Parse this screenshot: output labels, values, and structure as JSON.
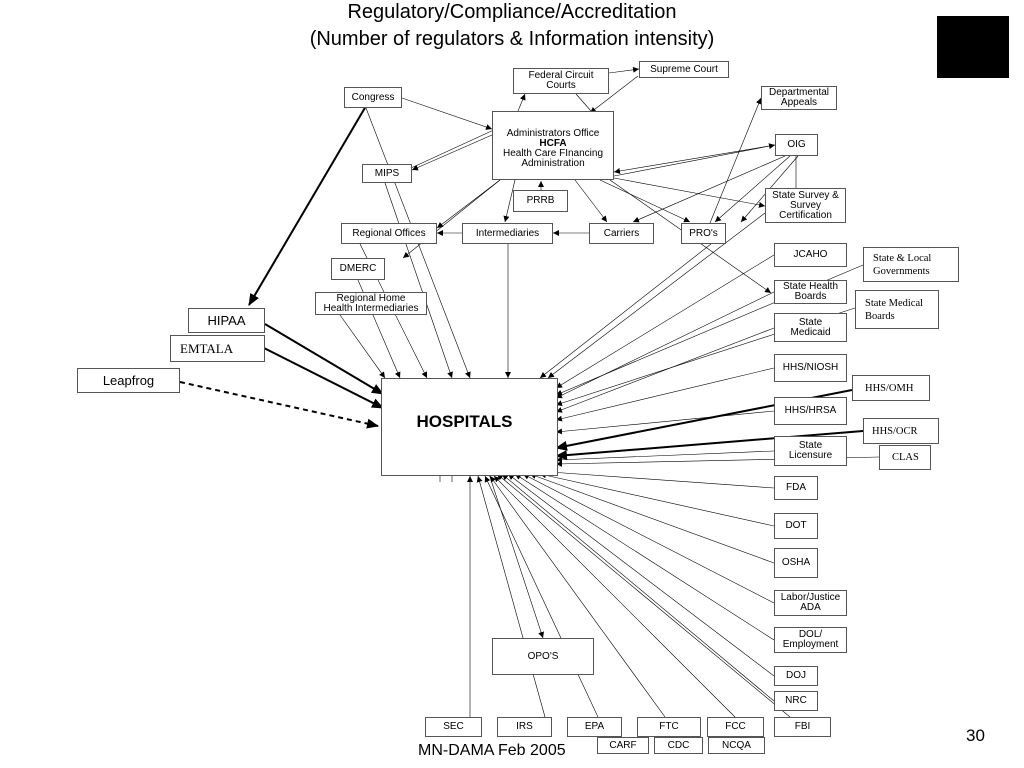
{
  "title": {
    "line1": "Regulatory/Compliance/Accreditation",
    "line2": "(Number of regulators & Information intensity)"
  },
  "footer": {
    "text": "MN-DAMA  Feb 2005",
    "page_number": "30"
  },
  "colors": {
    "corner_square": "#000000",
    "box_border": "#555555",
    "arrow": "#000000"
  },
  "nodes": {
    "hospitals": "HOSPITALS",
    "hipaa": "HIPAA",
    "emtala": "EMTALA",
    "leapfrog": "Leapfrog",
    "congress": "Congress",
    "federal_circuit_courts": [
      "Federal Circuit",
      "Courts"
    ],
    "supreme_court": "Supreme Court",
    "departmental_appeals": [
      "Departmental",
      "Appeals"
    ],
    "hcfa": [
      "Administrators Office",
      "HCFA",
      "Health Care FInancing",
      "Administration"
    ],
    "oig": "OIG",
    "mips": "MIPS",
    "prrb": "PRRB",
    "state_survey": [
      "State Survey &",
      "Survey",
      "Certification"
    ],
    "regional_offices": "Regional Offices",
    "intermediaries": "Intermediaries",
    "carriers": "Carriers",
    "pros": "PRO's",
    "dmerc": "DMERC",
    "regional_home": [
      "Regional Home",
      "Health Intermediaries"
    ],
    "jcaho": "JCAHO",
    "state_local_gov": [
      "State & Local",
      "Governments"
    ],
    "state_health_boards": [
      "State Health",
      "Boards"
    ],
    "state_medical_boards": [
      "State Medical",
      "Boards"
    ],
    "state_medicaid": [
      "State",
      "Medicaid"
    ],
    "hhs_niosh": "HHS/NIOSH",
    "hhs_omh": "HHS/OMH",
    "hhs_hrsa": "HHS/HRSA",
    "hhs_ocr": "HHS/OCR",
    "state_licensure": [
      "State",
      "Licensure"
    ],
    "clas": "CLAS",
    "fda": "FDA",
    "dot": "DOT",
    "osha": "OSHA",
    "labor_justice": [
      "Labor/Justice",
      "ADA"
    ],
    "dol_employment": [
      "DOL/",
      "Employment"
    ],
    "doj": "DOJ",
    "nrc": "NRC",
    "fbi": "FBI",
    "opos": "OPO'S",
    "sec": "SEC",
    "irs": "IRS",
    "epa": "EPA",
    "ftc": "FTC",
    "fcc": "FCC",
    "carf": "CARF",
    "cdc": "CDC",
    "ncqa": "NCQA"
  }
}
